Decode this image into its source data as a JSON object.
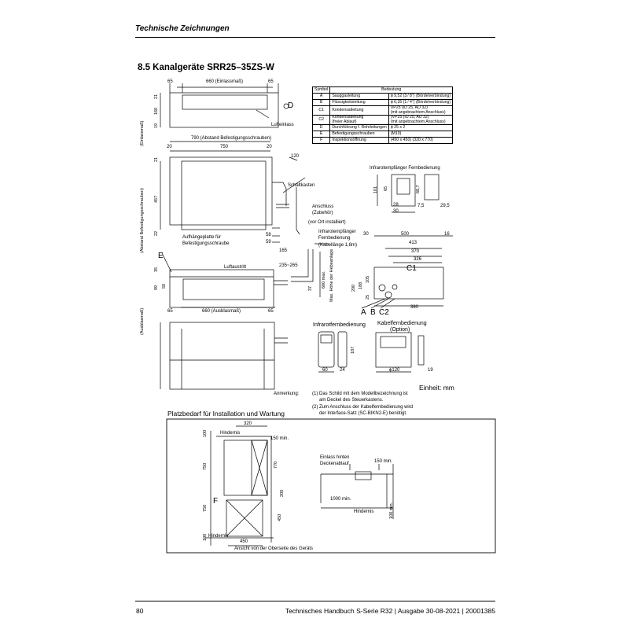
{
  "header": {
    "section": "Technische Zeichnungen"
  },
  "title": "8.5  Kanalgeräte SRR25–35ZS-W",
  "symbol_table": {
    "head_symbol": "Symbol",
    "head_meaning": "Bedeutung",
    "rows": [
      {
        "sym": "A",
        "name": "Sauggasleitung",
        "spec": "ϕ 9,52 (3 ⁄ 8\") (Bördelverbindung)"
      },
      {
        "sym": "B",
        "name": "Flüssigkeitsleitung",
        "spec": "ϕ 6,35 (1 ⁄ 4\") (Bördelverbindung)"
      },
      {
        "sym": "C1",
        "name": "Kondensatleitung",
        "spec": "VP25 (ID 25, AD 32)",
        "spec2": "(mit angebrachtem Anschluss)"
      },
      {
        "sym": "C2",
        "name": "Kondensatleitung",
        "name2": "(freier Ablauf)",
        "spec": "(VP25 (ID 25, AD 32)",
        "spec2": "(mit angebrachtem Anschluss)"
      },
      {
        "sym": "D",
        "name": "Durchführung f. Rohrleitungen",
        "spec": "ϕ 25 x 2"
      },
      {
        "sym": "E",
        "name": "Befestigungsschrauben",
        "spec": "(M10)"
      },
      {
        "sym": "F",
        "name": "Inspektionsöffnung",
        "spec": "(450 x 450)  (320 x 770)"
      }
    ]
  },
  "drawing": {
    "dim_65": "65",
    "dim_660_einlass": "660 (Einlassmaß)",
    "dim_790": "790 (Abstand Befestigungsschrauben)",
    "dim_750": "750",
    "dim_20": "20",
    "dim_21": "21",
    "dim_160": "160",
    "dim_19": "19",
    "dim_457": "457",
    "dim_22": "22",
    "dim_120": "120",
    "dim_58": "58",
    "dim_59": "59",
    "dim_165": "165",
    "dim_235_265": "235~265",
    "dim_35": "35",
    "dim_99": "99",
    "dim_50": "50",
    "dim_37": "37",
    "dim_600max": "600 max.",
    "dim_660_ausblas": "660 (Ausblasmaß)",
    "label_lufteinlass": "Lufteinlass",
    "label_schaltkasten": "Schaltkasten",
    "label_anschluss": "Anschluss",
    "label_zubehoer": "(Zubehör)",
    "label_vor_ort": "(vor Ort installiert)",
    "label_infrarot_empf": "Infrarotempfänger",
    "label_fernbedienung": "Fernbedienung",
    "label_kabellaenge": "(Kabellänge 1,8m)",
    "label_aufhaenge1": "Aufhängeplatte für",
    "label_aufhaenge2": "Befestigungsschraube",
    "label_luftaustritt": "Luftaustritt",
    "label_hebeanlage": "Max. Höhe der Hebeanlage",
    "label_einlassmass_v": "(Einlassmaß)",
    "label_abstand_v": "(Abstand Befestigungsschrauben)",
    "label_ausblasmass_v": "(Ausblasmaß)",
    "letter_d": "D",
    "letter_e": "E",
    "letter_a": "A",
    "letter_b": "B",
    "letter_c1": "C1",
    "letter_c2": "C2",
    "title_infrarot_empf_fb": "Infrarotempfänger Fernbedienung",
    "ir_101": "101",
    "ir_65": "65",
    "ir_68_7": "68,7",
    "ir_28": "28",
    "ir_30": "30",
    "ir_7_5": "7,5",
    "ir_29_5": "29,5",
    "side_30": "30",
    "side_500": "500",
    "side_16": "16",
    "side_413": "413",
    "side_370": "370",
    "side_326": "326",
    "side_200": "200",
    "side_188": "188",
    "side_105": "105",
    "side_25": "25",
    "side_380": "380",
    "title_infrarotfb": "Infrarotfernbedienung",
    "title_kabelfb": "Kabelfernbedienung",
    "title_option": "(Option)",
    "rc_187": "187",
    "rc_60": "60",
    "rc_24": "24",
    "kab_120": "ϕ120",
    "kab_19": "19",
    "einheit": "Einheit: mm",
    "note_head": "Anmerkung:",
    "note1a": "(1) Das Schild mit dem Modellbezeichnung ist",
    "note1b": "am Deckel des Steuerkastens.",
    "note2a": "(2) Zum Anschluss der Kabelfernbedienung wird",
    "note2b": "der Interface-Satz (SC-BIKN2-E) benötigt."
  },
  "install": {
    "title": "Platzbedarf für Installation und Wartung",
    "d_320": "320",
    "d_100": "100",
    "d_150min": "150 min.",
    "d_750": "750",
    "d_770": "770",
    "d_200": "200",
    "d_450_v": "450",
    "d_450_h": "450",
    "d_100b": "100",
    "hindernis": "Hindernis",
    "letter_f": "F",
    "ansicht": "Ansicht von der Oberseite des Geräts",
    "einlass1": "Einlass hinten",
    "einlass2": "Deckenablauf",
    "r_150min": "150 min.",
    "r_1000min": "1000 min.",
    "r_100min": "100 min.",
    "r_hindernis": "Hindernis"
  },
  "footer": {
    "page": "80",
    "doc": "Technisches Handbuch S-Serie R32 | Ausgabe 30-08-2021 | 20001385"
  }
}
